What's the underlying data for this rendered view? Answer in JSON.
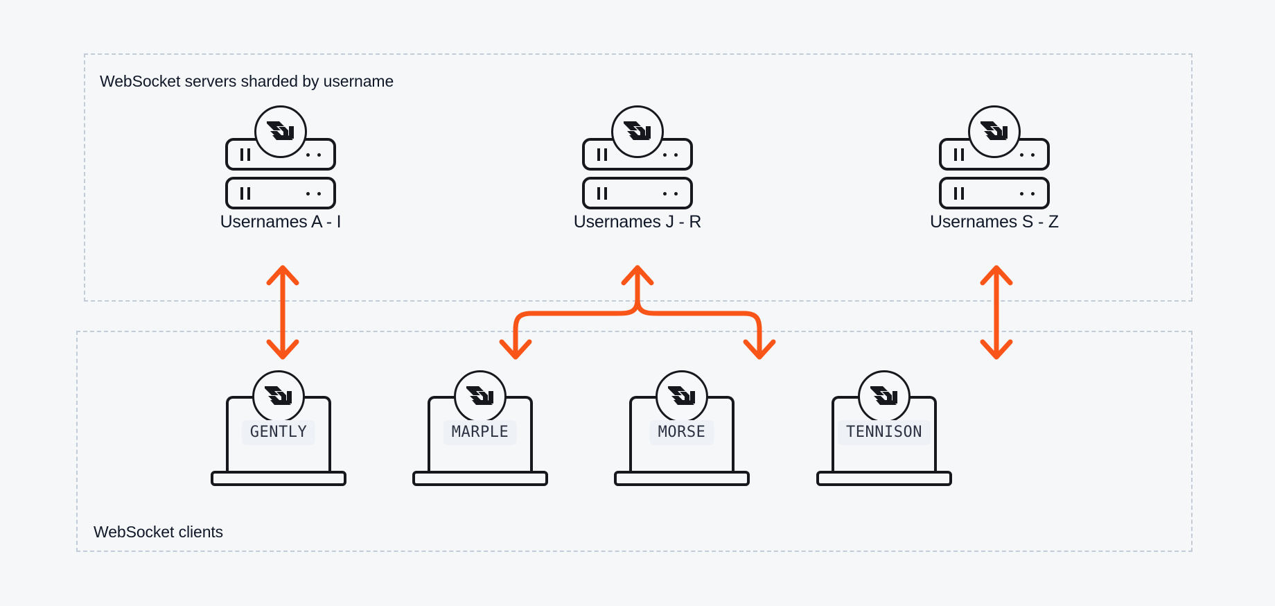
{
  "diagram": {
    "title_alt": "WebSocket servers sharded by username with WebSocket clients",
    "background_color": "#f5f7f9",
    "accent_color": "#fa5519",
    "ink_color": "#16181d",
    "dash_color": "#c2cbd8"
  },
  "zones": {
    "servers": {
      "label": "WebSocket servers sharded by username"
    },
    "clients": {
      "label": "WebSocket clients"
    }
  },
  "servers": [
    {
      "caption": "Usernames A - I",
      "icon": "server-rack-icon",
      "badge_icon": "websocket-logo-icon"
    },
    {
      "caption": "Usernames J - R",
      "icon": "server-rack-icon",
      "badge_icon": "websocket-logo-icon"
    },
    {
      "caption": "Usernames S - Z",
      "icon": "server-rack-icon",
      "badge_icon": "websocket-logo-icon"
    }
  ],
  "clients": [
    {
      "name": "GENTLY",
      "icon": "laptop-icon",
      "badge_icon": "websocket-logo-icon"
    },
    {
      "name": "MARPLE",
      "icon": "laptop-icon",
      "badge_icon": "websocket-logo-icon"
    },
    {
      "name": "MORSE",
      "icon": "laptop-icon",
      "badge_icon": "websocket-logo-icon"
    },
    {
      "name": "TENNISON",
      "icon": "laptop-icon",
      "badge_icon": "websocket-logo-icon"
    }
  ],
  "connections": [
    {
      "type": "double-headed-arrow",
      "from": "Usernames A - I",
      "to": "GENTLY"
    },
    {
      "type": "branching-double-headed-arrow",
      "from": "Usernames J - R",
      "to": "MARPLE, MORSE"
    },
    {
      "type": "double-headed-arrow",
      "from": "Usernames S - Z",
      "to": "TENNISON"
    }
  ]
}
